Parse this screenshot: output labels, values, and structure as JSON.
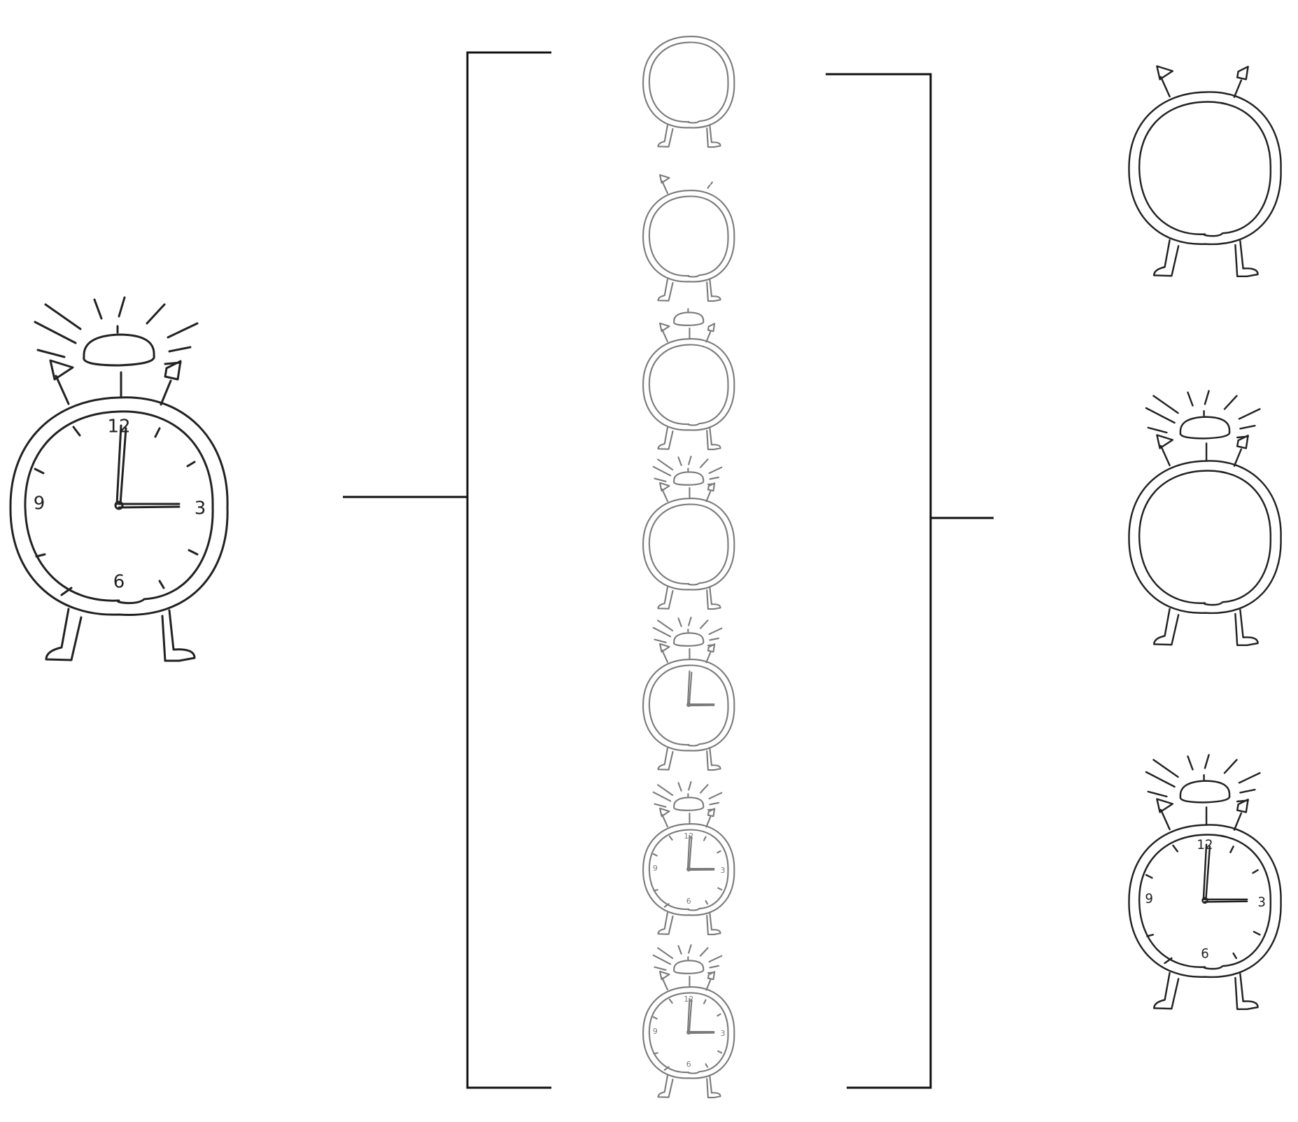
{
  "colors": {
    "ink": "#222222",
    "faded_ink": "#7a7a7a",
    "connector": "#111111",
    "background": "#ffffff"
  },
  "source_clock": {
    "parts": [
      "body",
      "feet",
      "bells",
      "hammer",
      "shine",
      "hands",
      "numbers",
      "ticks"
    ],
    "numbers": [
      "12",
      "3",
      "6",
      "9"
    ],
    "time": "3:00"
  },
  "sequence": [
    {
      "step": 1,
      "parts": [
        "body",
        "feet"
      ]
    },
    {
      "step": 2,
      "parts": [
        "body",
        "feet",
        "bells-partial"
      ]
    },
    {
      "step": 3,
      "parts": [
        "body",
        "feet",
        "bells",
        "hammer"
      ]
    },
    {
      "step": 4,
      "parts": [
        "body",
        "feet",
        "bells",
        "hammer",
        "shine"
      ]
    },
    {
      "step": 5,
      "parts": [
        "body",
        "feet",
        "bells",
        "hammer",
        "shine",
        "hands"
      ]
    },
    {
      "step": 6,
      "parts": [
        "body",
        "feet",
        "bells",
        "hammer",
        "shine",
        "hands",
        "numbers",
        "ticks"
      ]
    },
    {
      "step": 7,
      "parts": [
        "body",
        "feet",
        "bells",
        "hammer",
        "shine",
        "hands",
        "numbers",
        "ticks"
      ]
    }
  ],
  "selected": [
    {
      "parts": [
        "body",
        "feet",
        "bells"
      ]
    },
    {
      "parts": [
        "body",
        "feet",
        "bells",
        "hammer",
        "shine"
      ]
    },
    {
      "parts": [
        "body",
        "feet",
        "bells",
        "hammer",
        "shine",
        "hands",
        "numbers",
        "ticks"
      ]
    }
  ]
}
